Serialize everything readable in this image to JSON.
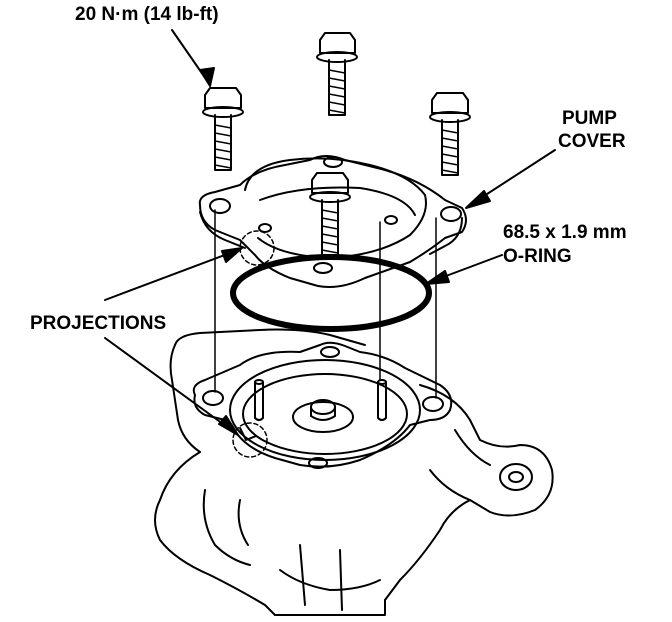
{
  "labels": {
    "torque": "20 N·m (14 lb-ft)",
    "pump_cover_line1": "PUMP",
    "pump_cover_line2": "COVER",
    "oring_size": "68.5 x 1.9 mm",
    "oring_name": "O-RING",
    "projections": "PROJECTIONS"
  },
  "colors": {
    "ink": "#000000",
    "paper": "#ffffff"
  }
}
